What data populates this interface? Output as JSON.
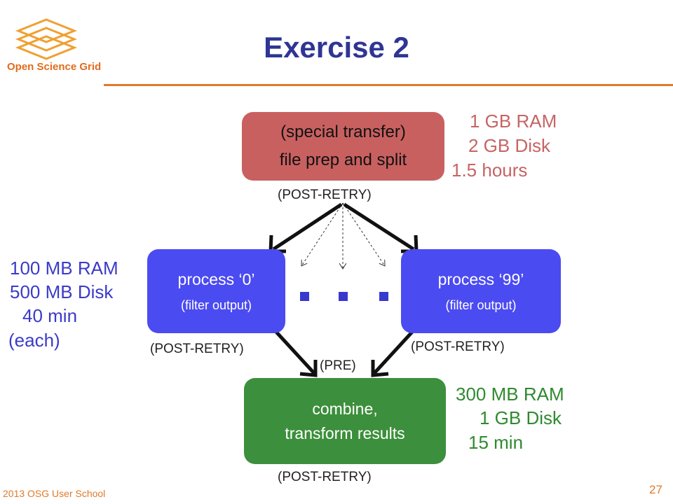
{
  "header": {
    "logo_text": "Open Science Grid",
    "title": "Exercise 2"
  },
  "nodes": {
    "split": {
      "line1": "(special transfer)",
      "line2": "file prep and split",
      "tag": "(POST-RETRY)",
      "resources": [
        "1 GB RAM",
        "2 GB Disk",
        "1.5 hours"
      ]
    },
    "process0": {
      "label": "process ‘0’",
      "sub": "(filter output)",
      "tag": "(POST-RETRY)"
    },
    "process99": {
      "label": "process ‘99’",
      "sub": "(filter output)",
      "tag": "(POST-RETRY)"
    },
    "process_resources": [
      "100 MB RAM",
      "500 MB Disk",
      "40 min",
      "(each)"
    ],
    "combine": {
      "line1": "combine,",
      "line2": "transform results",
      "pre_tag": "(PRE)",
      "tag": "(POST-RETRY)",
      "resources": [
        "300 MB RAM",
        "1 GB Disk",
        "15 min"
      ]
    }
  },
  "colors": {
    "split_box": "#c96060",
    "process_box": "#4b4bf2",
    "combine_box": "#3c8f3c",
    "accent_orange": "#e07a2a",
    "title_blue": "#2f3594"
  },
  "footer": {
    "left": "2013 OSG User School",
    "page": "27"
  }
}
